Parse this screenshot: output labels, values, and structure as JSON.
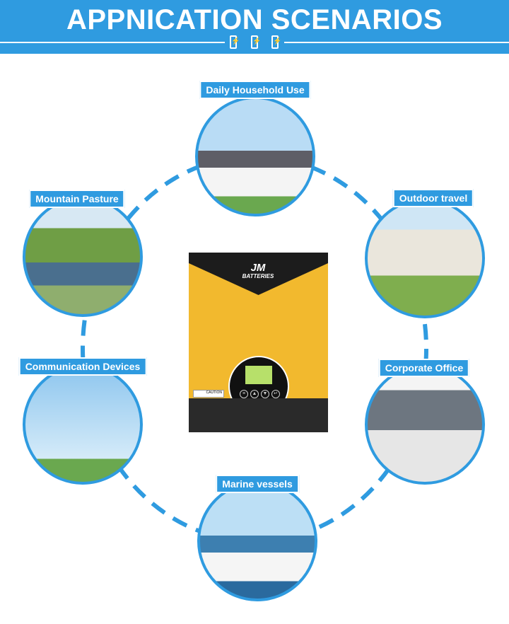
{
  "header": {
    "title": "APPNICATION SCENARIOS",
    "icons": [
      "battery-icon",
      "battery-icon",
      "battery-icon"
    ]
  },
  "product": {
    "brand": "JM BATTERIES",
    "caution": "CAUTION"
  },
  "scenarios": [
    {
      "label": "Daily Household Use"
    },
    {
      "label": "Outdoor travel"
    },
    {
      "label": "Mountain Pasture"
    },
    {
      "label": "Communication Devices"
    },
    {
      "label": "Corporate Office"
    },
    {
      "label": "Marine vessels"
    }
  ],
  "colors": {
    "accent": "#2f9be0",
    "inverter": "#f2b92e"
  }
}
